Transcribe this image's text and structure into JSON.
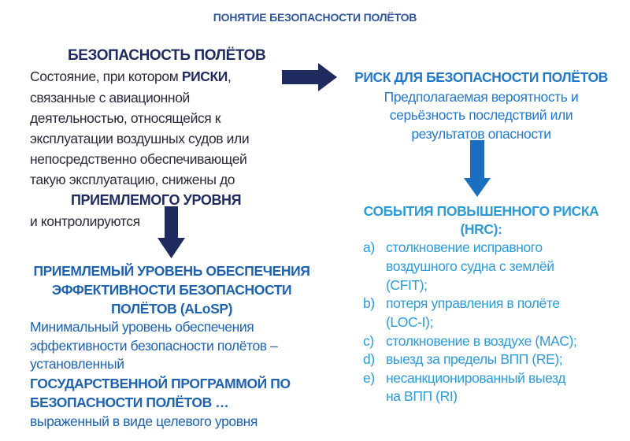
{
  "title": "ПОНЯТИЕ БЕЗОПАСНОСТИ ПОЛЁТОВ",
  "safety": {
    "heading": "БЕЗОПАСНОСТЬ ПОЛЁТОВ",
    "line1_pre": "Состояние, при котором ",
    "line1_bold": "РИСКИ",
    "line1_post": ",",
    "lines": [
      "связанные с авиационной",
      "деятельностью, относящейся к",
      "эксплуатации воздушных судов или",
      "непосредственно обеспечивающей",
      "такую эксплуатацию, снижены до"
    ],
    "bold_level": "ПРИЕМЛЕМОГО УРОВНЯ",
    "last_line": "и контролируются"
  },
  "alosp": {
    "heading_lines": [
      "ПРИЕМЛЕМЫЙ УРОВЕНЬ ОБЕСПЕЧЕНИЯ",
      "ЭФФЕКТИВНОСТИ БЕЗОПАСНОСТИ",
      "ПОЛЁТОВ (ALoSP)"
    ],
    "lines": [
      "Минимальный уровень обеспечения",
      "эффективности безопасности полётов –",
      "установленный"
    ],
    "bold_lines": [
      "ГОСУДАРСТВЕННОЙ ПРОГРАММОЙ ПО",
      "БЕЗОПАСНОСТИ ПОЛЁТОВ …"
    ],
    "last_line": "выраженный в виде целевого уровня"
  },
  "risk": {
    "heading": "РИСК ДЛЯ БЕЗОПАСНОСТИ ПОЛЁТОВ",
    "lines": [
      "Предполагаемая вероятность и",
      "серьёзность последствий или",
      "результатов опасности"
    ]
  },
  "hrc": {
    "heading_lines": [
      "СОБЫТИЯ ПОВЫШЕННОГО РИСКА",
      "(HRC):"
    ],
    "items": [
      {
        "marker": "a)",
        "lines": [
          "столкновение исправного",
          "воздушного судна с землёй",
          "(CFIT);"
        ]
      },
      {
        "marker": "b)",
        "lines": [
          "потеря управления в полёте",
          "(LOC-I);"
        ]
      },
      {
        "marker": "c)",
        "lines": [
          "столкновение в воздухе (MAC);"
        ]
      },
      {
        "marker": "d)",
        "lines": [
          "выезд за пределы ВПП (RE);"
        ]
      },
      {
        "marker": "e)",
        "lines": [
          "несанкционированный выезд",
          "на ВПП (RI)"
        ]
      }
    ]
  },
  "colors": {
    "navy": "#1f2a5e",
    "blue": "#1f62ad",
    "light_blue": "#2e9bd6",
    "arrow_blue": "#1a6fc0"
  }
}
